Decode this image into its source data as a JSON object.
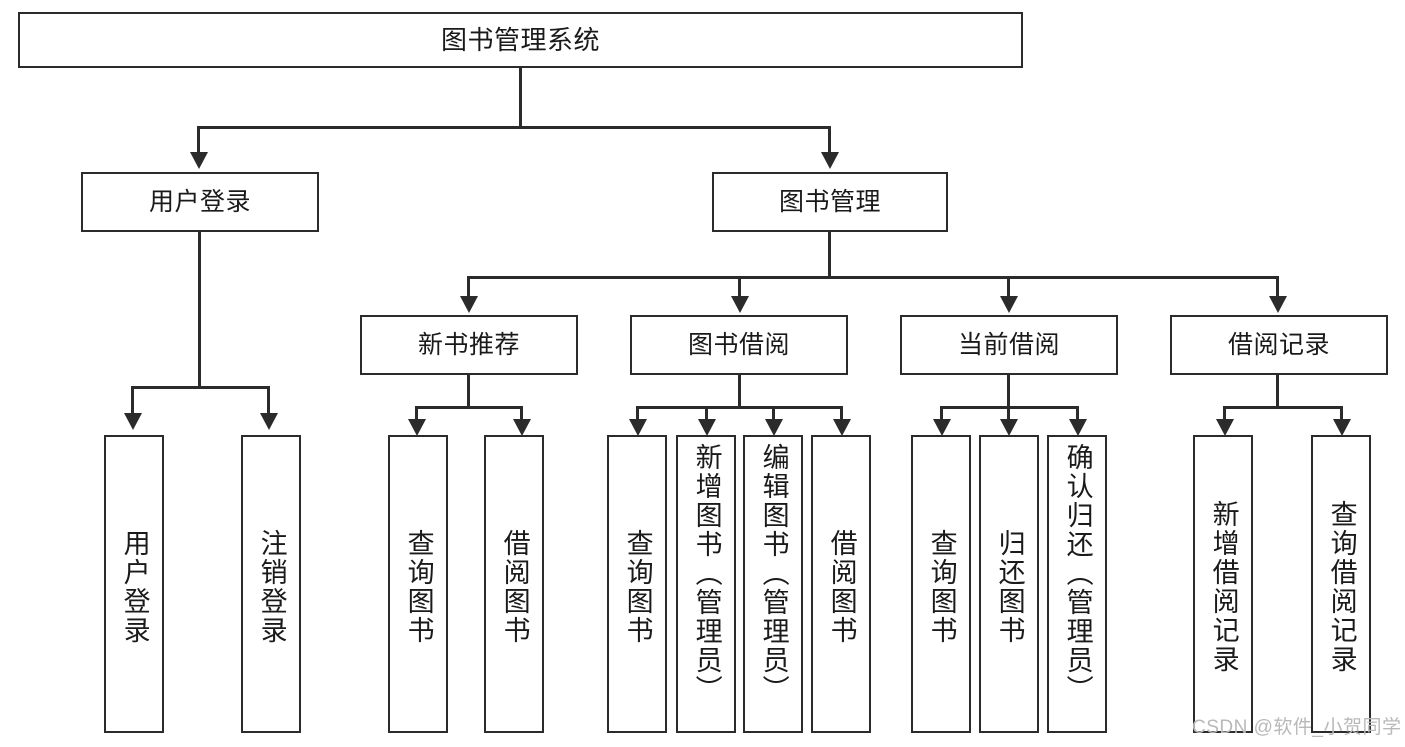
{
  "diagram": {
    "type": "tree-hierarchy-chart",
    "title": "图书管理系统",
    "orientation": "top-down",
    "colors": {
      "box_border": "#2b2b2b",
      "box_fill": "#ffffff",
      "connector": "#2b2b2b",
      "text": "#1a1a1a",
      "watermark": "#b9b9b9",
      "background": "#ffffff"
    }
  },
  "nodes": {
    "root": {
      "label": "图书管理系统"
    },
    "level2": [
      {
        "id": "user-login",
        "label": "用户登录"
      },
      {
        "id": "book-management",
        "label": "图书管理"
      }
    ],
    "level3": [
      {
        "id": "new-book-recommend",
        "label": "新书推荐"
      },
      {
        "id": "book-borrow",
        "label": "图书借阅"
      },
      {
        "id": "current-borrow",
        "label": "当前借阅"
      },
      {
        "id": "borrow-record",
        "label": "借阅记录"
      }
    ],
    "leaves": {
      "user_login": [
        {
          "id": "leaf-user-login",
          "label": "用户登录"
        },
        {
          "id": "leaf-logout-login",
          "label": "注销登录"
        }
      ],
      "new_book_recommend": [
        {
          "id": "leaf-query-book-1",
          "label": "查询图书"
        },
        {
          "id": "leaf-borrow-book-1",
          "label": "借阅图书"
        }
      ],
      "book_borrow": [
        {
          "id": "leaf-query-book-2",
          "label": "查询图书"
        },
        {
          "id": "leaf-add-book",
          "label": "新增图书（管理员）"
        },
        {
          "id": "leaf-edit-book",
          "label": "编辑图书（管理员）"
        },
        {
          "id": "leaf-borrow-book-2",
          "label": "借阅图书"
        }
      ],
      "current_borrow": [
        {
          "id": "leaf-query-book-3",
          "label": "查询图书"
        },
        {
          "id": "leaf-return-book",
          "label": "归还图书"
        },
        {
          "id": "leaf-confirm-return",
          "label": "确认归还（管理员）"
        }
      ],
      "borrow_record": [
        {
          "id": "leaf-add-record",
          "label": "新增借阅记录"
        },
        {
          "id": "leaf-query-record",
          "label": "查询借阅记录"
        }
      ]
    }
  },
  "watermark": {
    "text": "CSDN @软件_小贺同学"
  }
}
